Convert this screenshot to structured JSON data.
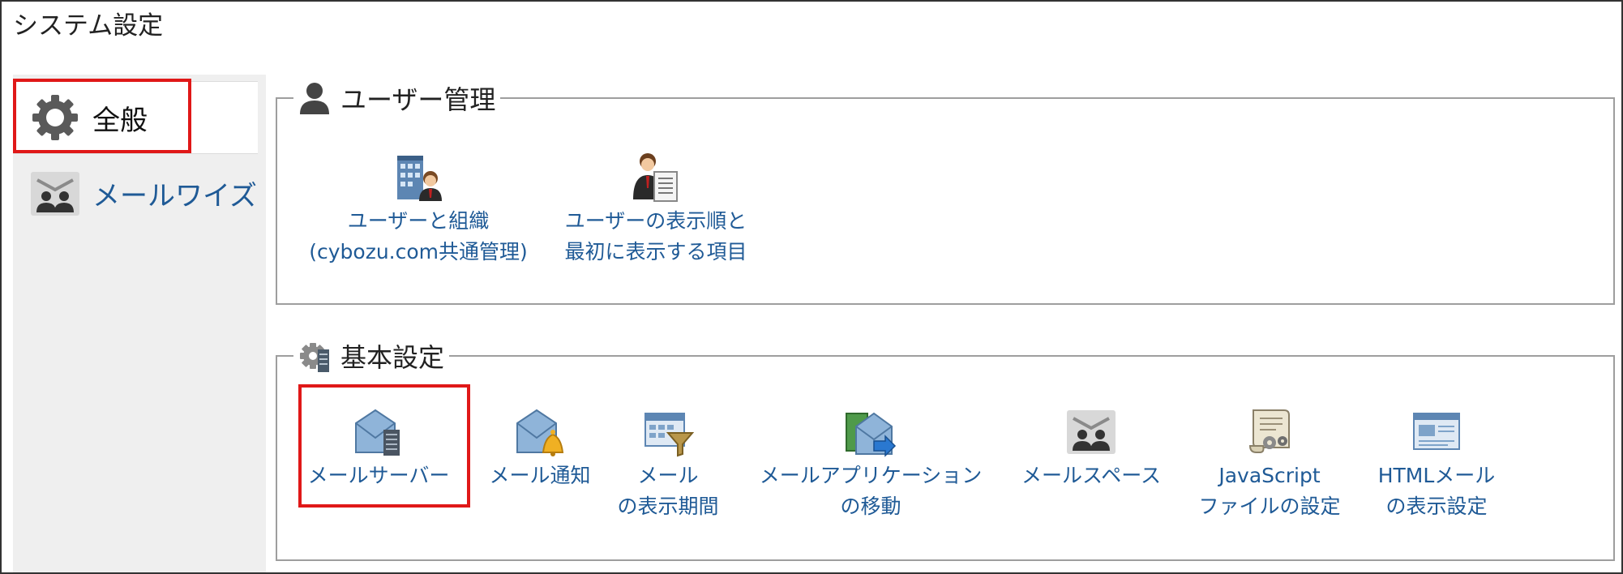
{
  "page": {
    "title": "システム設定"
  },
  "sidebar": {
    "items": [
      {
        "label": "全般",
        "icon": "gear-icon",
        "selected": true
      },
      {
        "label": "メールワイズ",
        "icon": "mailwise-icon",
        "selected": false
      }
    ]
  },
  "sections": [
    {
      "title": "ユーザー管理",
      "icon": "user-silhouette-icon",
      "tiles": [
        {
          "line1": "ユーザーと組織",
          "line2": "(cybozu.com共通管理)",
          "icon": "building-user-icon"
        },
        {
          "line1": "ユーザーの表示順と",
          "line2": "最初に表示する項目",
          "icon": "user-document-icon"
        }
      ]
    },
    {
      "title": "基本設定",
      "icon": "gear-server-icon",
      "tiles": [
        {
          "line1": "メールサーバー",
          "line2": "",
          "icon": "mail-server-icon"
        },
        {
          "line1": "メール通知",
          "line2": "",
          "icon": "mail-bell-icon"
        },
        {
          "line1": "メール",
          "line2": "の表示期間",
          "icon": "calendar-filter-icon"
        },
        {
          "line1": "メールアプリケーション",
          "line2": "の移動",
          "icon": "mail-move-icon"
        },
        {
          "line1": "メールスペース",
          "line2": "",
          "icon": "mail-space-icon"
        },
        {
          "line1": "JavaScript",
          "line2": "ファイルの設定",
          "icon": "script-gear-icon"
        },
        {
          "line1": "HTMLメール",
          "line2": "の表示設定",
          "icon": "html-window-icon"
        }
      ]
    }
  ],
  "colors": {
    "link": "#1f5a96",
    "highlight": "#e01818",
    "sidebar_bg": "#efefef"
  }
}
